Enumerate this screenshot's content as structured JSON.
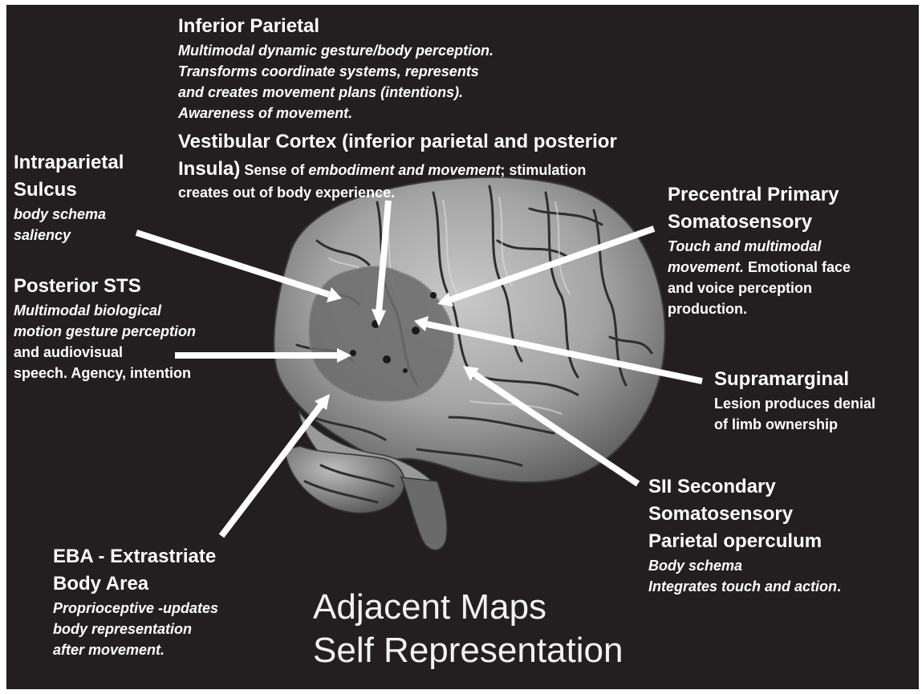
{
  "colors": {
    "panel": "#231f20",
    "text": "#ffffff",
    "arrow": "#ffffff",
    "brain": "#a9a9a9",
    "overlay": "#707070"
  },
  "inferior_parietal": {
    "heading": "Inferior Parietal",
    "lines": [
      "Multimodal dynamic gesture/body perception.",
      "Transforms coordinate systems, represents",
      "and creates movement plans (intentions).",
      "Awareness of movement."
    ]
  },
  "vestibular": {
    "heading_line1": "Vestibular Cortex (inferior parietal and posterior",
    "heading_line2": "Insula)",
    "text_pre": " Sense of ",
    "text_italic": "embodiment and movement",
    "text_post": "; stimulation",
    "line3": "creates out of body experience."
  },
  "intraparietal": {
    "heading_line1": "Intraparietal",
    "heading_line2": "Sulcus",
    "lines": [
      "body schema",
      "saliency"
    ]
  },
  "posterior_sts": {
    "heading": "Posterior STS",
    "italic_lines": [
      "Multimodal biological",
      "motion gesture  perception"
    ],
    "lines": [
      "and audiovisual",
      "speech.  Agency, intention"
    ]
  },
  "precentral": {
    "heading_line1": "Precentral Primary",
    "heading_line2": "Somatosensory",
    "italic_lines": [
      "Touch and multimodal"
    ],
    "mixed_italic": "movement.",
    "mixed_rest": "  Emotional face",
    "lines": [
      "and voice perception",
      "production."
    ]
  },
  "supramarginal": {
    "heading": "Supramarginal",
    "lines": [
      "Lesion produces denial",
      "of limb ownership"
    ]
  },
  "sii": {
    "heading_lines": [
      "SII Secondary",
      "Somatosensory",
      "Parietal operculum"
    ],
    "italic_lines": [
      "Body schema",
      "Integrates touch and action"
    ],
    "tail": "."
  },
  "eba": {
    "heading_lines": [
      "EBA - Extrastriate",
      "Body Area"
    ],
    "italic_lines": [
      "Proprioceptive -updates",
      "body representation",
      "after movement."
    ]
  },
  "title": {
    "line1": "Adjacent Maps",
    "line2": "Self Representation"
  }
}
